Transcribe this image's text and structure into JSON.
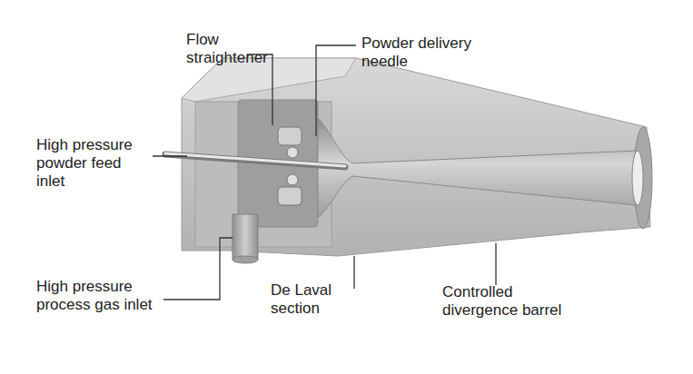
{
  "diagram": {
    "labels": [
      "Flow straightener",
      "Powder delivery needle",
      "High pressure powder feed inlet",
      "High pressure process gas inlet",
      "De Laval section",
      "Controlled divergence barrel"
    ]
  }
}
